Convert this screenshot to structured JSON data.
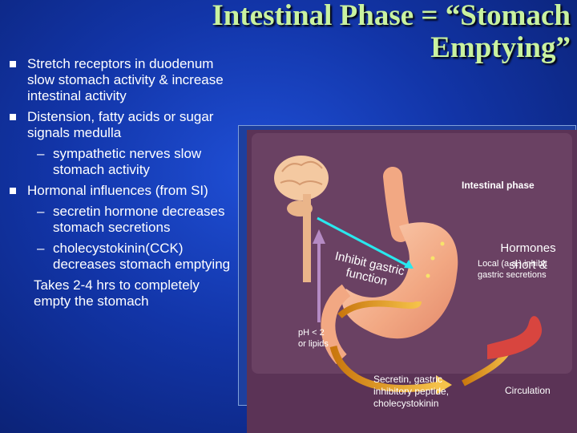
{
  "slide": {
    "title_line1": "Intestinal Phase = “Stomach",
    "title_line2": "Emptying”"
  },
  "bullets": [
    {
      "level": 1,
      "text": "Stretch receptors in duodenum slow stomach activity & increase intestinal activity"
    },
    {
      "level": 1,
      "text": "Distension, fatty acids or sugar signals medulla"
    },
    {
      "level": 2,
      "text": "sympathetic nerves slow stomach activity"
    },
    {
      "level": 1,
      "text": " Hormonal influences (from SI)"
    },
    {
      "level": 2,
      "text": "secretin hormone decreases stomach secretions"
    },
    {
      "level": 2,
      "text": "cholecystokinin(CCK) decreases stomach emptying"
    },
    {
      "level": 0,
      "text": "Takes 2-4 hrs to completely empty the stomach"
    }
  ],
  "figure": {
    "heading": "Intestinal phase",
    "local_label": "Local (a.a.) inhibit gastric secretions",
    "ph_label_line1": "pH < 2",
    "ph_label_line2": "or lipids",
    "secretin_line1": "Secretin, gastric",
    "secretin_line2": "inhibitory peptide,",
    "secretin_line3": "cholecystokinin",
    "circulation": "Circulation"
  },
  "annotations": {
    "inhibit_line1": "Inhibit gastric",
    "inhibit_line2": "function",
    "hormones_line1": "Hormones",
    "hormones_line2": "short &"
  },
  "colors": {
    "title": "#c9f2a0",
    "annotation_arrow": "#29e8ee",
    "figure_bg": "#5b3356"
  }
}
